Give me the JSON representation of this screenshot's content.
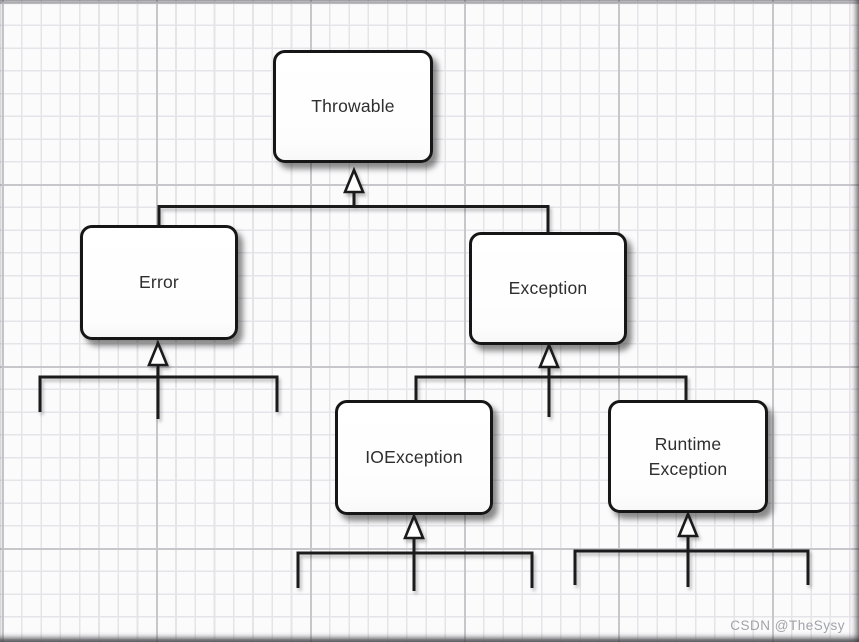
{
  "diagram": {
    "type": "class-hierarchy",
    "nodes": [
      {
        "id": "throwable",
        "label": "Throwable"
      },
      {
        "id": "error",
        "label": "Error"
      },
      {
        "id": "exception",
        "label": "Exception"
      },
      {
        "id": "ioexception",
        "label": "IOException"
      },
      {
        "id": "runtime-exception",
        "label": "Runtime Exception"
      }
    ],
    "edges": [
      {
        "from": "Error",
        "to": "Throwable",
        "relation": "extends"
      },
      {
        "from": "Exception",
        "to": "Throwable",
        "relation": "extends"
      },
      {
        "from": "IOException",
        "to": "Exception",
        "relation": "extends"
      },
      {
        "from": "Runtime Exception",
        "to": "Exception",
        "relation": "extends"
      }
    ],
    "empty_subclass_brackets": [
      {
        "parent": "Error"
      },
      {
        "parent": "IOException"
      },
      {
        "parent": "Runtime Exception"
      }
    ]
  },
  "watermark": {
    "text": "CSDN @TheSysy"
  },
  "colors": {
    "line": "#1b1b1b",
    "node_fill": "#ffffff",
    "node_border": "#161616",
    "grid_minor": "#e5e5e9",
    "grid_major": "#c6c6cb",
    "watermark": "#a2a3aa"
  }
}
